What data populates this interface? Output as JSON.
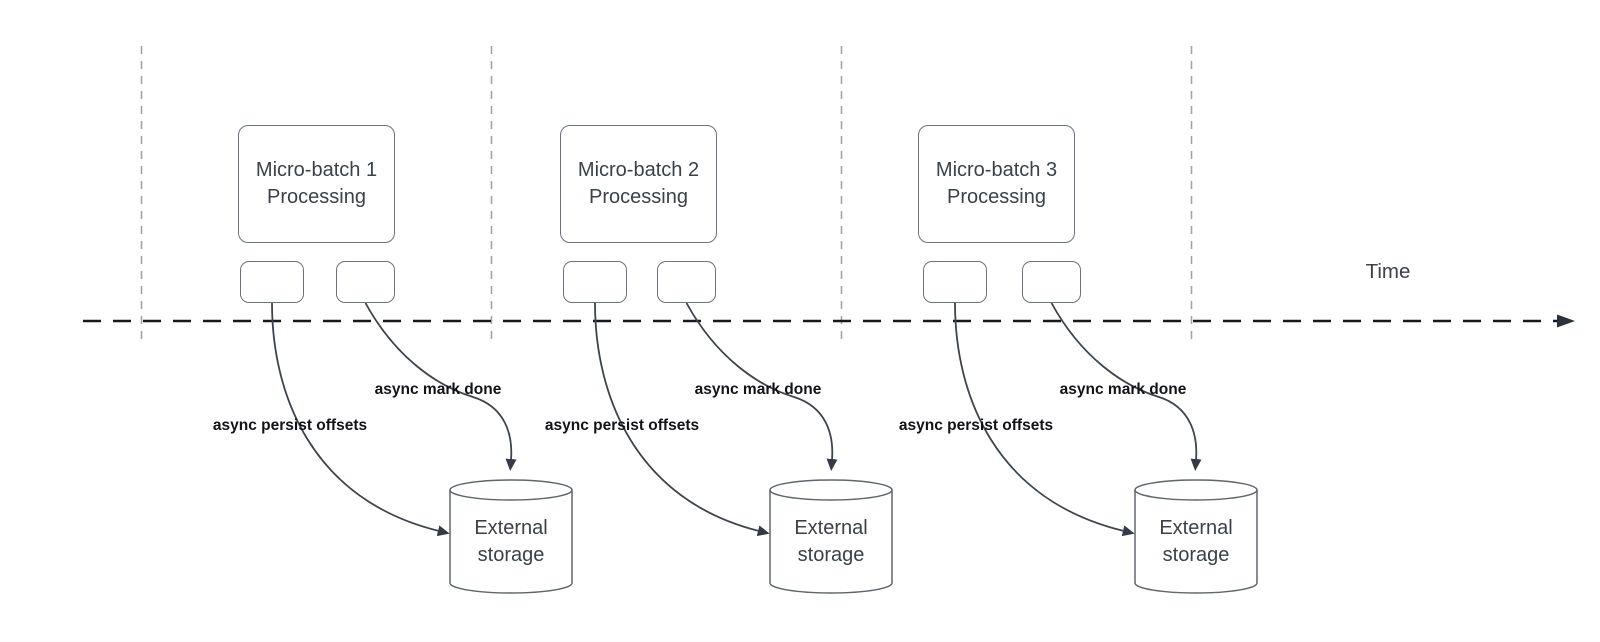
{
  "time_axis": {
    "label": "Time"
  },
  "groups": [
    {
      "box_lines": [
        "Micro-batch 1",
        "Processing"
      ],
      "persist_label": "async persist offsets",
      "done_label": "async mark done",
      "storage_lines": [
        "External",
        "storage"
      ]
    },
    {
      "box_lines": [
        "Micro-batch 2",
        "Processing"
      ],
      "persist_label": "async persist offsets",
      "done_label": "async mark done",
      "storage_lines": [
        "External",
        "storage"
      ]
    },
    {
      "box_lines": [
        "Micro-batch 3",
        "Processing"
      ],
      "persist_label": "async persist offsets",
      "done_label": "async mark done",
      "storage_lines": [
        "External",
        "storage"
      ]
    }
  ],
  "colors": {
    "background": "#ffffff",
    "shape_stroke": "#5f666e",
    "arrow_stroke": "#3d444e",
    "timeline_stroke": "#16181d",
    "gridline_stroke": "#9fa4aa",
    "text": "#3a4149",
    "label_text": "#111318"
  }
}
